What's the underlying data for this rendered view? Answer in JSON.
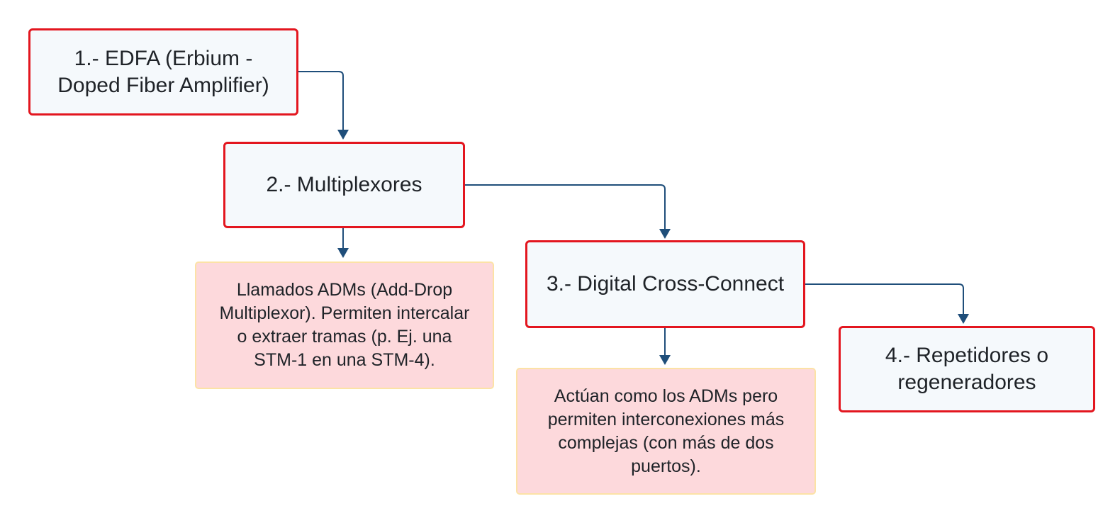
{
  "colors": {
    "main_fill": "#f5f9fc",
    "main_border": "#e3161f",
    "note_fill": "#fdd9dc",
    "note_border": "#fce2a6",
    "connector": "#1f4e7a",
    "text": "#1f2328"
  },
  "nodes": {
    "edfa": {
      "line1": "1.- EDFA (Erbium -",
      "line2": "Doped Fiber Amplifier)"
    },
    "multiplexores": {
      "label": "2.- Multiplexores"
    },
    "adms_note": {
      "line1": "Llamados ADMs (Add-Drop",
      "line2": "Multiplexor). Permiten intercalar",
      "line3": "o extraer tramas (p. Ej. una",
      "line4": "STM-1 en una STM-4)."
    },
    "digital_cross_connect": {
      "label": "3.- Digital Cross-Connect"
    },
    "dxc_note": {
      "line1": "Actúan como los ADMs pero",
      "line2": "permiten interconexiones más",
      "line3": "complejas (con más de dos",
      "line4": "puertos)."
    },
    "repetidores": {
      "line1": "4.- Repetidores o",
      "line2": "regeneradores"
    }
  }
}
